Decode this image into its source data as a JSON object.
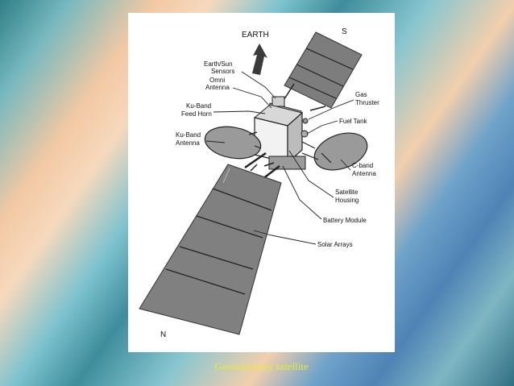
{
  "diagram": {
    "earth_label": "EARTH",
    "south_label": "S",
    "north_label": "N",
    "labels": {
      "earth_sun_1": "Earth/Sun",
      "earth_sun_2": "Sensors",
      "omni_1": "Omni",
      "omni_2": "Antenna",
      "ku_feed_1": "Ku-Band",
      "ku_feed_2": "Feed Horn",
      "ku_ant_1": "Ku-Band",
      "ku_ant_2": "Antenna",
      "gas_1": "Gas",
      "gas_2": "Thruster",
      "fuel": "Fuel Tank",
      "cband_1": "C-band",
      "cband_2": "Antenna",
      "housing_1": "Satellite",
      "housing_2": "Housing",
      "battery": "Battery Module",
      "solar": "Solar Arrays"
    }
  },
  "caption": "Geostationary satellite"
}
